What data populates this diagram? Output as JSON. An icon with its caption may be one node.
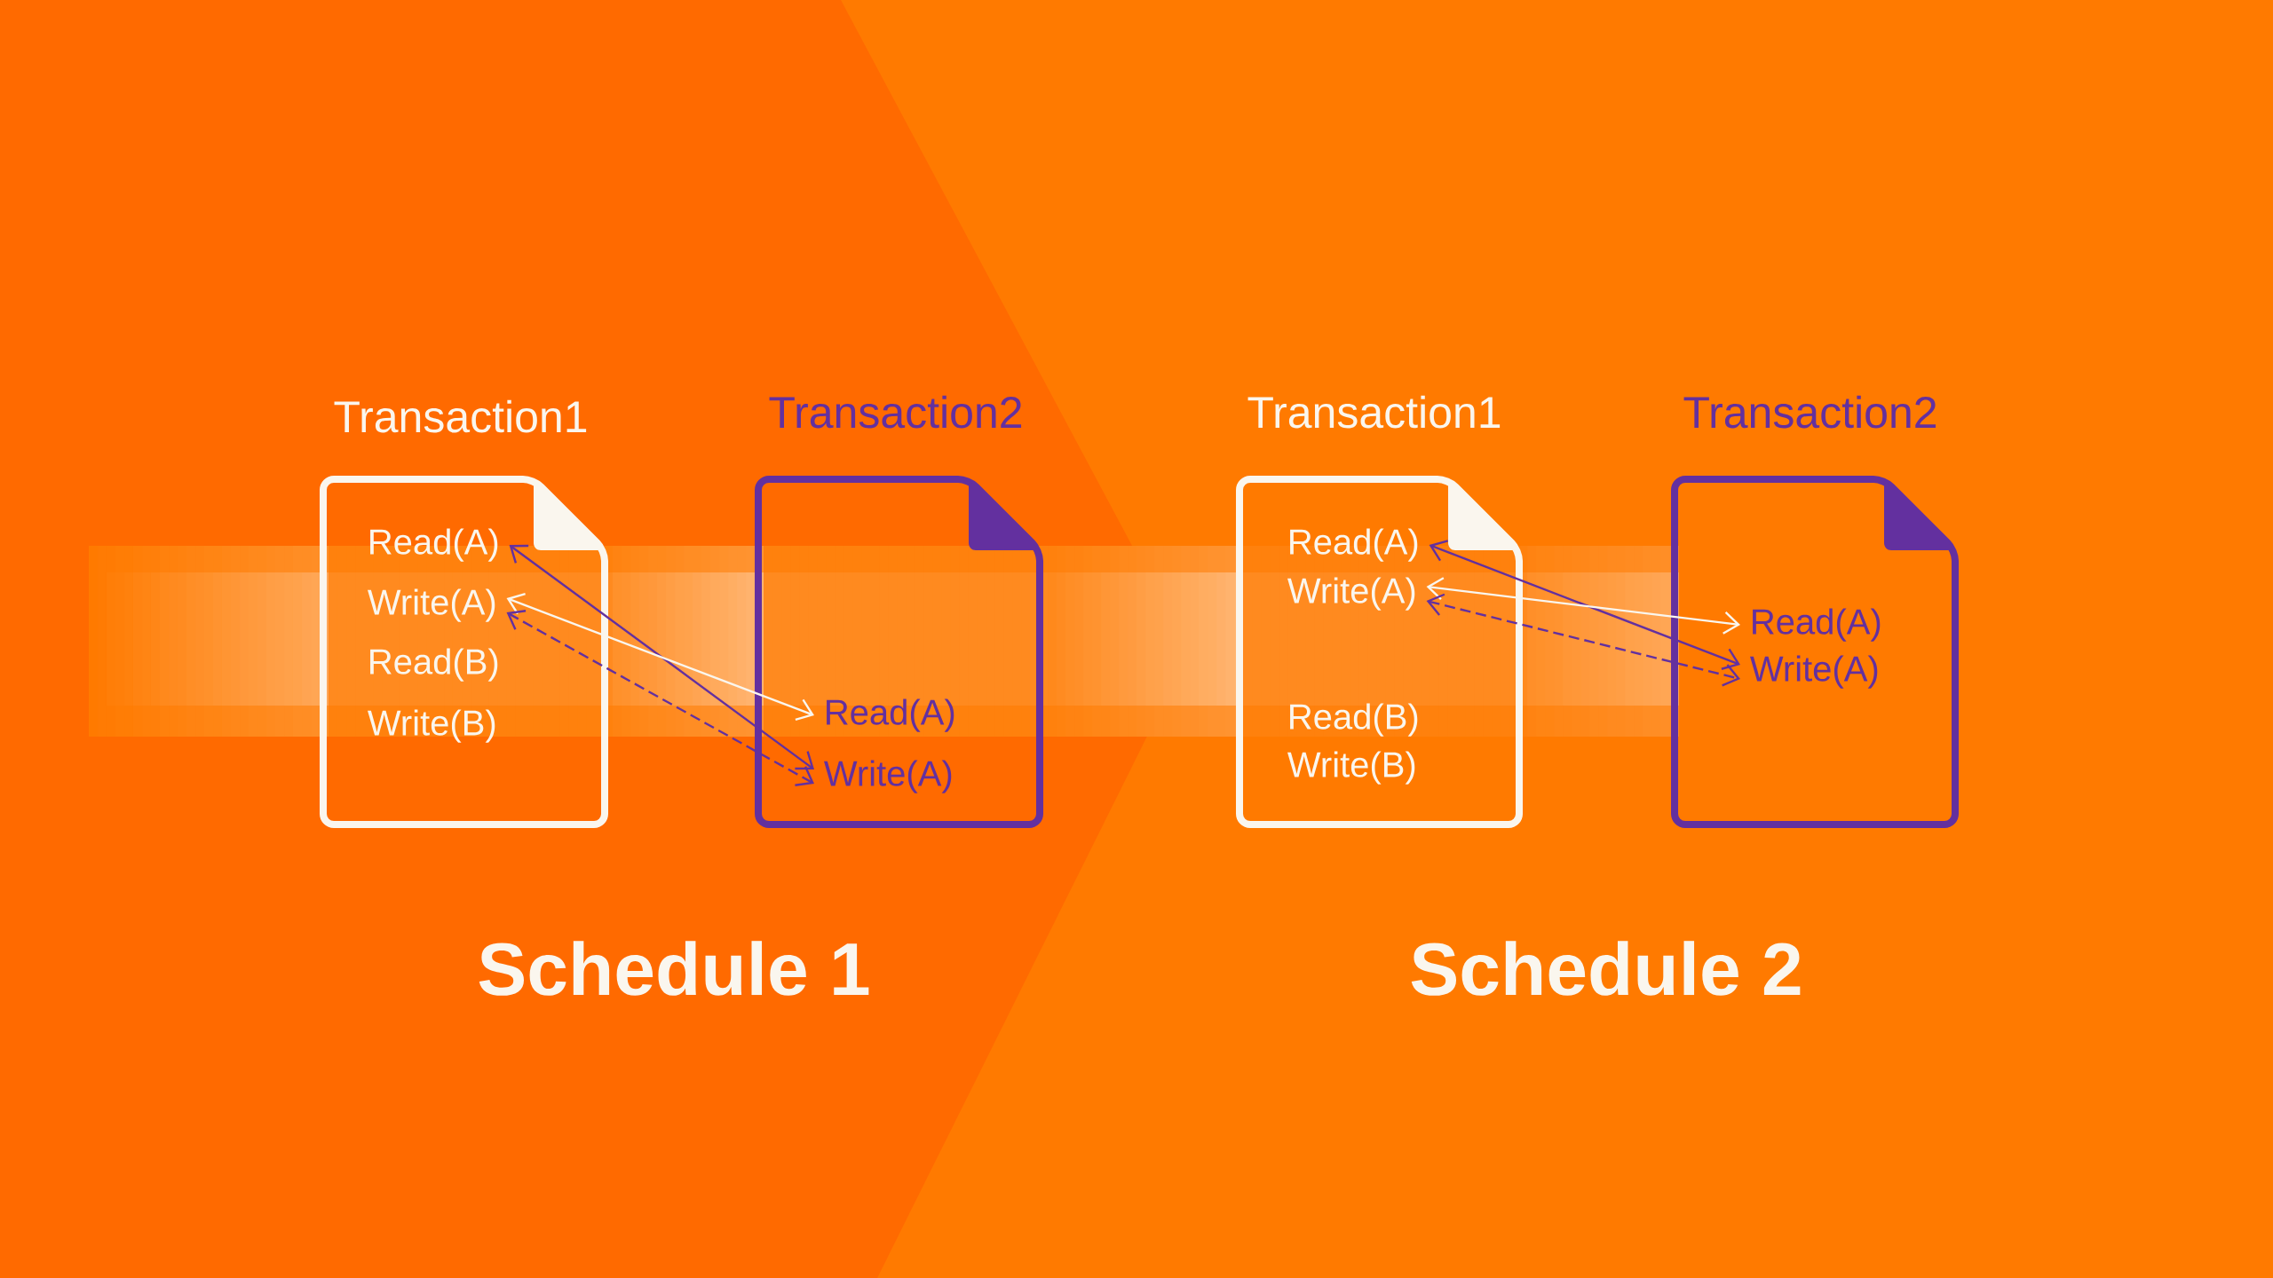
{
  "diagram": {
    "nodes": [
      {
        "text": [
          "Transaction1"
        ]
      },
      {
        "text": [
          "Read(A)"
        ],
        "in": 0
      },
      {
        "text": [
          "Write(A)"
        ],
        "in": 0
      },
      {
        "text": [
          "Read(B)"
        ],
        "in": 0
      },
      {
        "text": [
          "Write(B)"
        ],
        "in": 0
      },
      {
        "text": [
          "Transaction2"
        ]
      },
      {
        "text": [
          "Read(A)"
        ],
        "in": 5
      },
      {
        "text": [
          "Write(A)"
        ],
        "in": 5
      },
      {
        "text": [
          "Transaction1"
        ]
      },
      {
        "text": [
          "Read(A)"
        ],
        "in": 8
      },
      {
        "text": [
          "Write(A)"
        ],
        "in": 8
      },
      {
        "text": [
          "Read(B)"
        ],
        "in": 8
      },
      {
        "text": [
          "Write(B)"
        ],
        "in": 8
      },
      {
        "text": [
          "Transaction2"
        ]
      },
      {
        "text": [
          "Read(A)"
        ],
        "in": 13
      },
      {
        "text": [
          "Write(A)"
        ],
        "in": 13
      }
    ],
    "edges": [
      {
        "from": 1,
        "to": 7,
        "arrow": "both"
      },
      {
        "from": 2,
        "to": 6,
        "arrow": "both",
        "color": "#faf6ee"
      },
      {
        "from": 2,
        "to": 7,
        "arrow": "both",
        "style": "dashed"
      },
      {
        "from": 9,
        "to": 15,
        "arrow": "both"
      },
      {
        "from": 10,
        "to": 14,
        "arrow": "both",
        "color": "#faf6ee"
      },
      {
        "from": 10,
        "to": 15,
        "arrow": "both",
        "style": "dashed"
      }
    ],
    "labels": [
      "Schedule 1",
      "Schedule 2"
    ]
  }
}
